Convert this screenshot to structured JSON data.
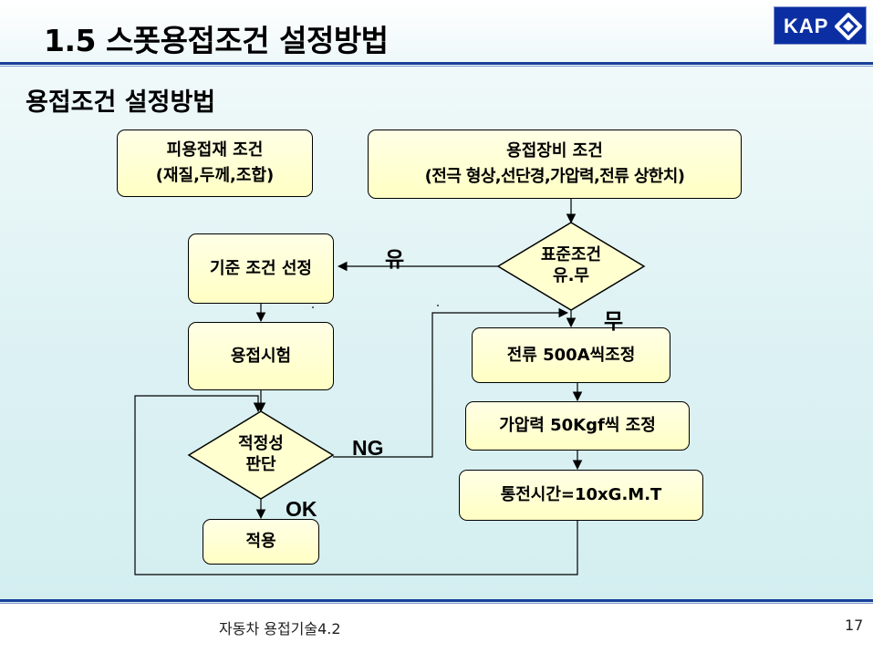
{
  "header": {
    "title": "1.5 스폿용접조건 설정방법",
    "logo_text": "KAP"
  },
  "subtitle": "용접조건 설정방법",
  "flow": {
    "material_condition": {
      "line1": "피용접재 조건",
      "line2": "(재질,두께,조합)"
    },
    "equipment_condition": {
      "line1": "용접장비 조건",
      "line2": "(전극 형상,선단경,가압력,전류 상한치)"
    },
    "standard_decision": {
      "line1": "표준조건",
      "line2": "유.무"
    },
    "reference_select": "기준 조건 선정",
    "weld_test": "용접시험",
    "suitability_decision": {
      "line1": "적정성",
      "line2": "판단"
    },
    "apply": "적용",
    "current_adjust": "전류 500A씩조정",
    "pressure_adjust": "가압력 50Kgf씩 조정",
    "weld_time": "통전시간=10xG.M.T"
  },
  "labels": {
    "yes": "유",
    "no": "무",
    "ng": "NG",
    "ok": "OK"
  },
  "footer": {
    "text": "자동차 용접기술4.2",
    "page": "17"
  },
  "colors": {
    "brand_blue": "#0b2fa3",
    "box_fill": "#ffffd0",
    "background": "#d8f0f2"
  }
}
